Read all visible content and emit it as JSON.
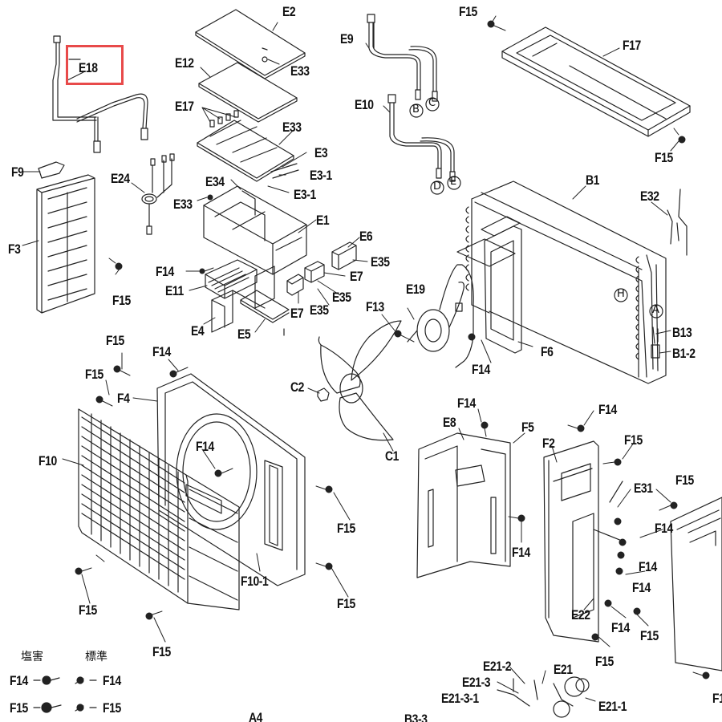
{
  "highlight": {
    "label": "E18",
    "color": "#e84a4a"
  },
  "labels": {
    "E2": "E2",
    "E33a": "E33",
    "E12": "E12",
    "E17": "E17",
    "E33b": "E33",
    "E3": "E3",
    "E3-1a": "E3-1",
    "E3-1b": "E3-1",
    "E34": "E34",
    "E33c": "E33",
    "E24": "E24",
    "E18": "E18",
    "F9": "F9",
    "F3": "F3",
    "F15a": "F15",
    "E1": "E1",
    "E6": "E6",
    "E35a": "E35",
    "F14a": "F14",
    "E11": "E11",
    "E7a": "E7",
    "E7b": "E7",
    "E35b": "E35",
    "E35c": "E35",
    "E4": "E4",
    "E5": "E5",
    "E9": "E9",
    "E10": "E10",
    "F15top": "F15",
    "F17": "F17",
    "F15b": "F15",
    "B1": "B1",
    "E32": "E32",
    "B13": "B13",
    "B1-2": "B1-2",
    "F13": "F13",
    "E19": "E19",
    "F6": "F6",
    "F14b": "F14",
    "C2": "C2",
    "C1": "C1",
    "F15c": "F15",
    "F14c": "F14",
    "F15d": "F15",
    "F4": "F4",
    "F10": "F10",
    "F14d": "F14",
    "F15e": "F15",
    "F15f": "F15",
    "F10-1": "F10-1",
    "F15g": "F15",
    "F15h": "F15",
    "F14e": "F14",
    "E8": "E8",
    "F5": "F5",
    "F14f": "F14",
    "F14g": "F14",
    "F2": "F2",
    "F15i": "F15",
    "E31": "E31",
    "F15j": "F15",
    "F14h": "F14",
    "F14i": "F14",
    "F14j": "F14",
    "E22": "E22",
    "F14k": "F14",
    "F15k": "F15",
    "F15l": "F15",
    "E21-2": "E21-2",
    "E21": "E21",
    "E21-3": "E21-3",
    "E21-3-1": "E21-3-1",
    "E21-1": "E21-1",
    "A4": "A4",
    "B3-3": "B3-3",
    "F1": "F1"
  },
  "circles": {
    "B": "B",
    "C": "C",
    "D": "D",
    "E": "E",
    "H": "H",
    "A": "A"
  },
  "legend": {
    "col1": "塩害",
    "col2": "標準",
    "row1": "F14",
    "row2": "F15"
  }
}
